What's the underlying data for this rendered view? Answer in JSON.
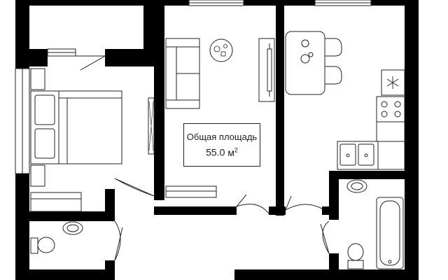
{
  "area_label": {
    "title": "Общая площадь",
    "value": "55.0",
    "unit": "м",
    "unit_power": "2"
  },
  "icons": {
    "stove": "snowflake-burner-icon",
    "table_items": "dishes-icon"
  },
  "colors": {
    "wall": "#000000",
    "line": "#222222",
    "background": "#ffffff"
  }
}
